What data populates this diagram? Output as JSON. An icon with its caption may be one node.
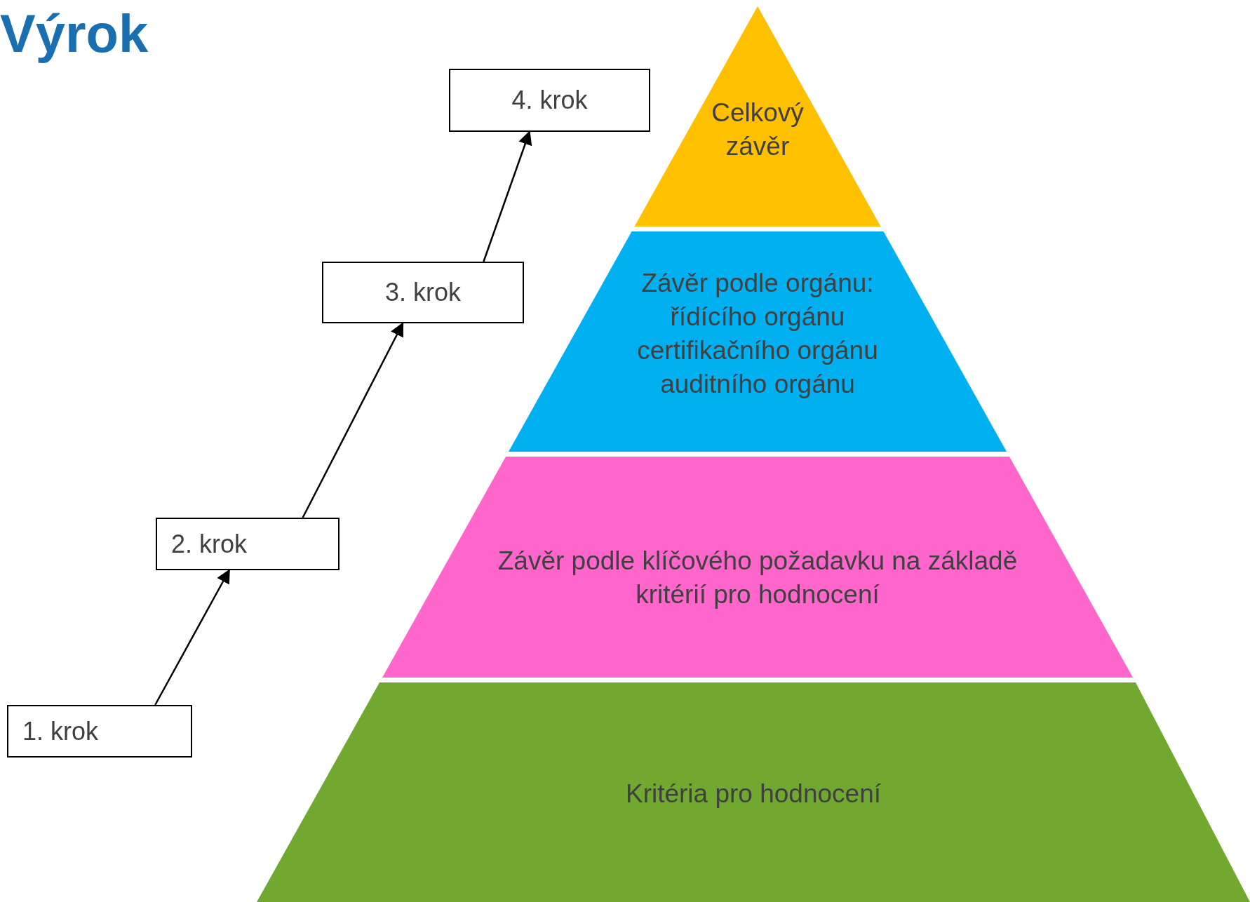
{
  "diagram": {
    "title": "Výrok",
    "nodes": [
      {
        "text": [
          "4. krok"
        ]
      },
      {
        "text": [
          "Celkový závěr"
        ]
      },
      {
        "text": [
          "3. krok"
        ]
      },
      {
        "text": [
          "Závěr podle orgánu: řídícího orgánu certifikačního orgánu auditního orgánu"
        ]
      },
      {
        "text": [
          "2. krok"
        ]
      },
      {
        "text": [
          "Závěr podle klíčového požadavku na základě kritérií pro hodnocení"
        ]
      },
      {
        "text": [
          "1. krok"
        ]
      },
      {
        "text": [
          "Kritéria pro hodnocení"
        ]
      }
    ],
    "edges": [
      {
        "from": 6,
        "to": 4,
        "arrow": "to"
      },
      {
        "from": 4,
        "to": 2,
        "arrow": "to"
      },
      {
        "from": 2,
        "to": 0,
        "arrow": "to"
      }
    ]
  }
}
